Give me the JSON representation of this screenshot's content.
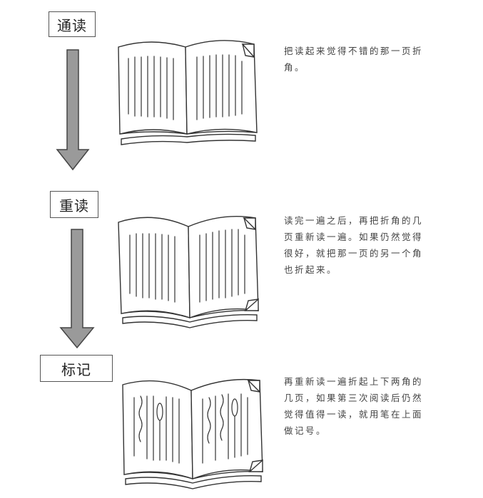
{
  "steps": [
    {
      "label": "通读",
      "description": "把读起来觉得不错的那一页折角。"
    },
    {
      "label": "重读",
      "description": "读完一遍之后，再把折角的几页重新读一遍。如果仍然觉得很好，就把那一页的另一个角也折起来。"
    },
    {
      "label": "标记",
      "description": "再重新读一遍折起上下两角的几页，如果第三次阅读后仍然觉得值得一读，就用笔在上面做记号。"
    }
  ],
  "colors": {
    "arrow_fill": "#9a9a9a",
    "line": "#333333",
    "text": "#444444"
  }
}
